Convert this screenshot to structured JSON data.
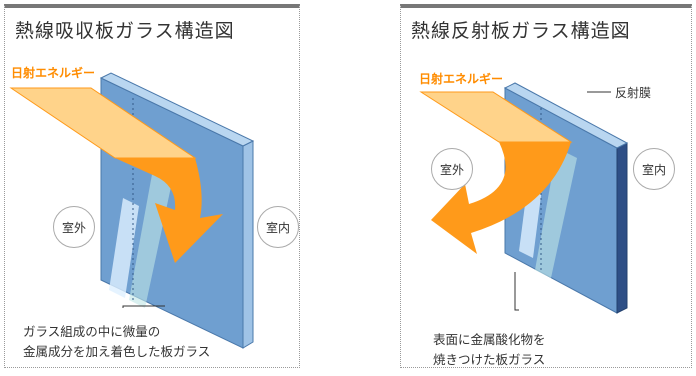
{
  "left_panel": {
    "title": "熱線吸収板ガラス構造図",
    "energy_label": "日射エネルギー",
    "outside_label": "室外",
    "inside_label": "室内",
    "caption_line1": "ガラス組成の中に微量の",
    "caption_line2": "金属成分を加え着色した板ガラス"
  },
  "right_panel": {
    "title": "熱線反射板ガラス構造図",
    "energy_label": "日射エネルギー",
    "film_label": "反射膜",
    "outside_label": "室外",
    "inside_label": "室内",
    "caption_line1": "表面に金属酸化物を",
    "caption_line2": "焼きつけた板ガラス"
  },
  "colors": {
    "energy": "#ff8c00",
    "glass": "#6f9fd0",
    "film": "#2e4f86",
    "arrow": "#ff9a1a"
  }
}
